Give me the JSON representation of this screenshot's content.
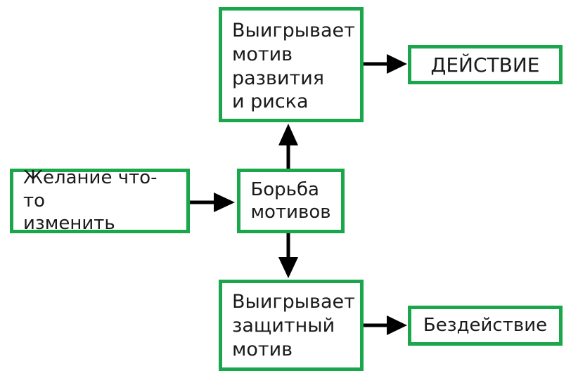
{
  "nodes": {
    "win_development": "Выигрывает\nмотив\nразвития\nи риска",
    "action": "ДЕЙСТВИЕ",
    "desire": "Желание что-то\nизменить",
    "struggle": "Борьба\nмотивов",
    "win_protective": "Выигрывает\nзащитный\nмотив",
    "inaction": "Бездействие"
  },
  "colors": {
    "border": "#1aa64a",
    "arrow": "#000000",
    "text": "#1a1a1a"
  }
}
